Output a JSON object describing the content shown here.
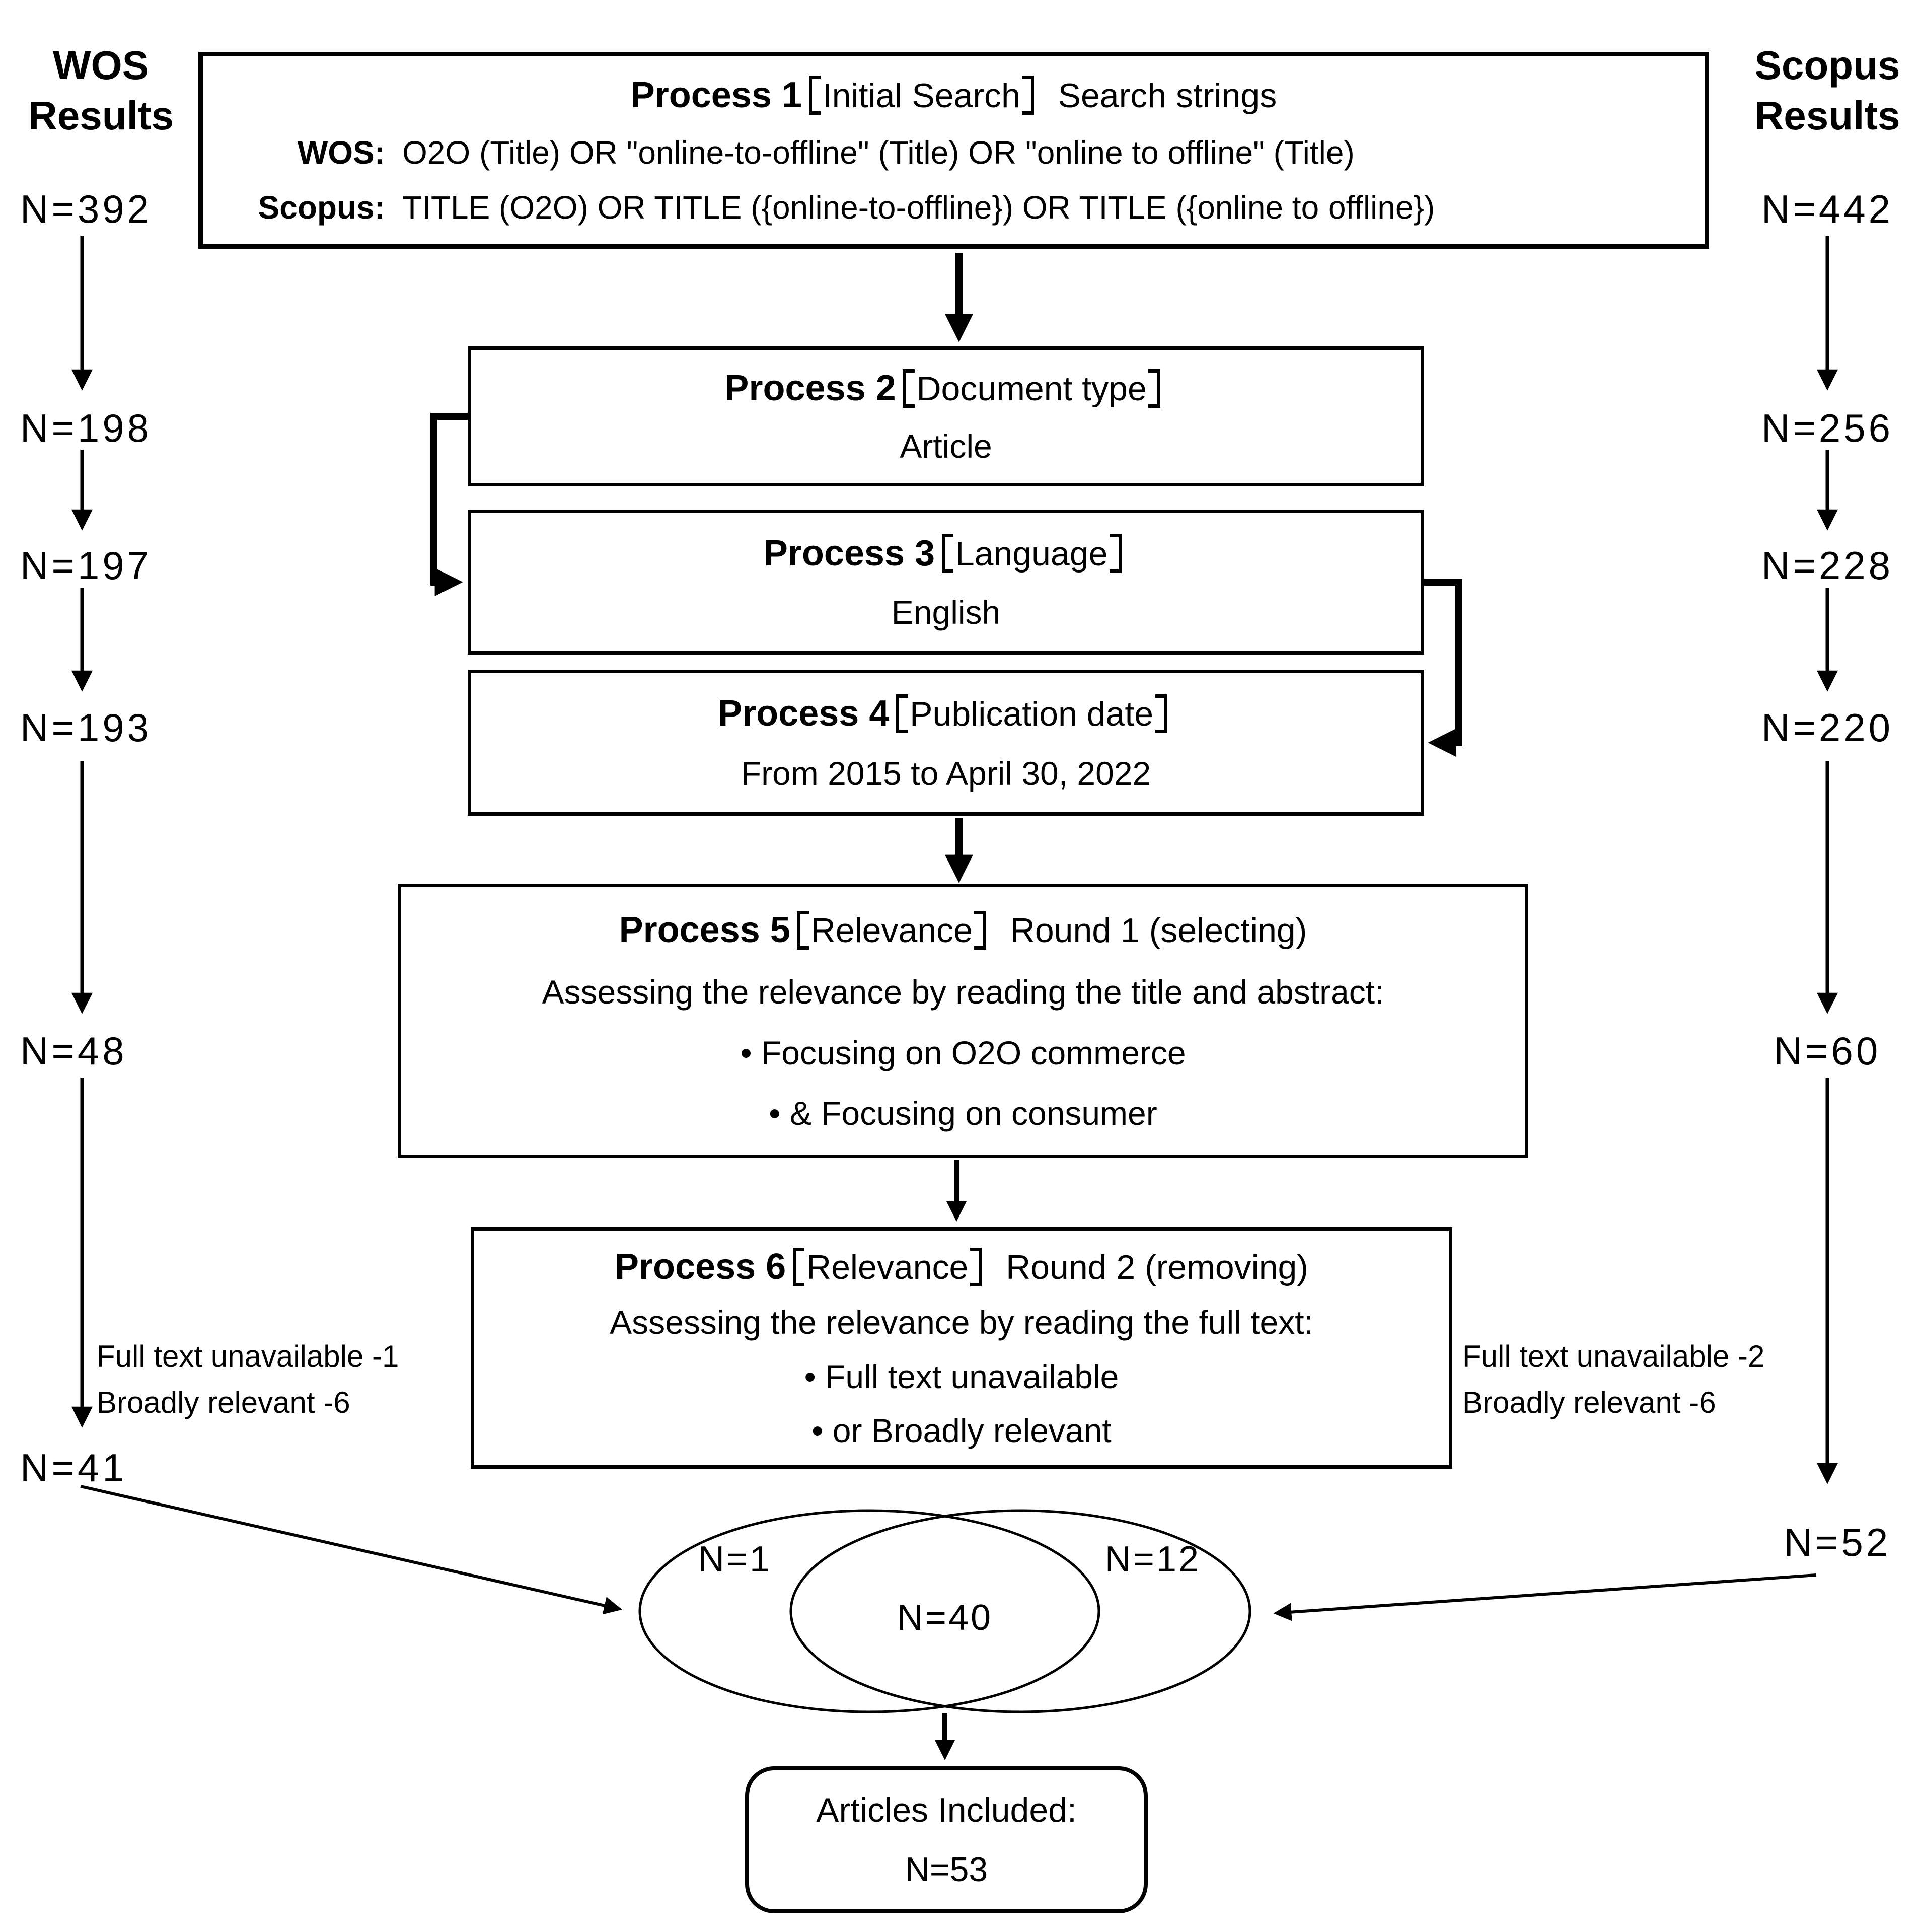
{
  "left_column": {
    "header": [
      "WOS",
      "Results"
    ],
    "counts": [
      "N=392",
      "N=198",
      "N=197",
      "N=193",
      "N=48"
    ],
    "removals": [
      "Full text unavailable -1",
      "Broadly relevant -6"
    ],
    "final_count": "N=41"
  },
  "right_column": {
    "header": [
      "Scopus",
      "Results"
    ],
    "counts": [
      "N=442",
      "N=256",
      "N=228",
      "N=220",
      "N=60"
    ],
    "removals": [
      "Full text unavailable -2",
      "Broadly relevant -6"
    ],
    "final_count": "N=52"
  },
  "process1": {
    "name": "Process 1",
    "category": "Initial Search",
    "suffix": "Search strings",
    "wos_label": "WOS:",
    "wos_string": "O2O (Title) OR \"online-to-offline\" (Title) OR \"online to offline\" (Title)",
    "scopus_label": "Scopus:",
    "scopus_string": "TITLE (O2O) OR TITLE ({online-to-offline}) OR TITLE ({online to offline})"
  },
  "process2": {
    "name": "Process 2",
    "category": "Document type",
    "body": "Article"
  },
  "process3": {
    "name": "Process 3",
    "category": "Language",
    "body": "English"
  },
  "process4": {
    "name": "Process 4",
    "category": "Publication date",
    "body": "From 2015 to April 30, 2022"
  },
  "process5": {
    "name": "Process 5",
    "category": "Relevance",
    "suffix": "Round 1 (selecting)",
    "description": "Assessing the relevance by reading the title and abstract:",
    "bullets": [
      "• Focusing on O2O commerce",
      "• &  Focusing on consumer"
    ]
  },
  "process6": {
    "name": "Process 6",
    "category": "Relevance",
    "suffix": "Round 2 (removing)",
    "description": "Assessing the relevance by reading the full text:",
    "bullets": [
      "• Full text unavailable",
      "• or  Broadly relevant"
    ]
  },
  "venn": {
    "left": "N=1",
    "center": "N=40",
    "right": "N=12"
  },
  "final_box": {
    "line1": "Articles Included:",
    "line2": "N=53"
  }
}
